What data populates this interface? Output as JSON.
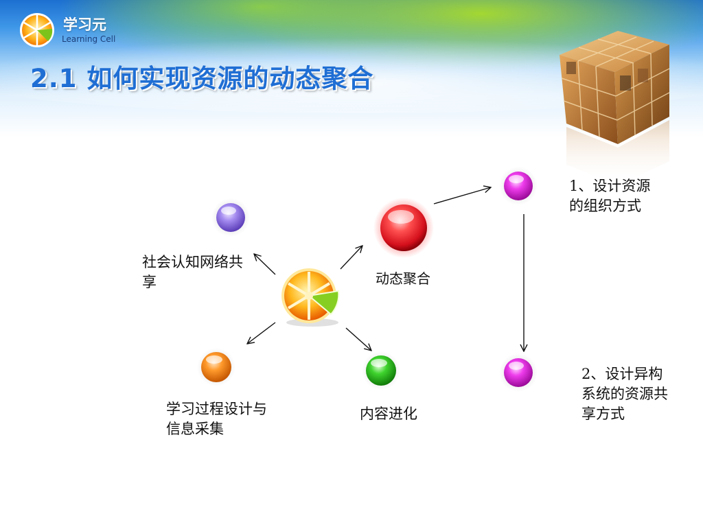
{
  "logo": {
    "name_cn": "学习元",
    "name_en": "Learning Cell"
  },
  "slide": {
    "title": "2.1  如何实现资源的动态聚合"
  },
  "diagram": {
    "center_label": "动态聚合",
    "branches": {
      "social": "社会认知网络共享",
      "process": "学习过程设计与信息采集",
      "evolution": "内容进化"
    },
    "steps": {
      "step1": "1、设计资源的组织方式",
      "step2": "2、设计异构系统的资源共享方式"
    }
  },
  "colors": {
    "title_blue": "#1f6ed4",
    "sphere_red": "#e8202a",
    "sphere_purple": "#8a6ad8",
    "sphere_magenta": "#d21ccf",
    "sphere_orange": "#f27d14",
    "sphere_green": "#2cb81c"
  },
  "icons": [
    "orange-slice-icon",
    "cube-photo-decoration"
  ]
}
